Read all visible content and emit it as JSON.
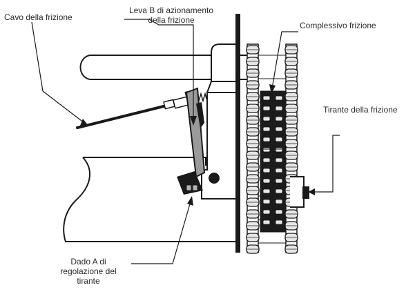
{
  "labels": {
    "clutch_cable": "Cavo della frizione",
    "lever_b": [
      "Leva B di azionamento",
      "della frizione"
    ],
    "clutch_assembly": "Complessivo frizione",
    "clutch_rod": "Tirante della frizione",
    "nut_a": [
      "Dado A di",
      "regolazione del",
      "tirante"
    ]
  },
  "colors": {
    "ink": "#1a1a1a",
    "chain_dark": "#1c1c1c",
    "roller_light": "#e6e6e6",
    "lever_fill": "#9a9a9a",
    "nut_fill": "#b5b5b5",
    "text": "#2b2b2b"
  }
}
